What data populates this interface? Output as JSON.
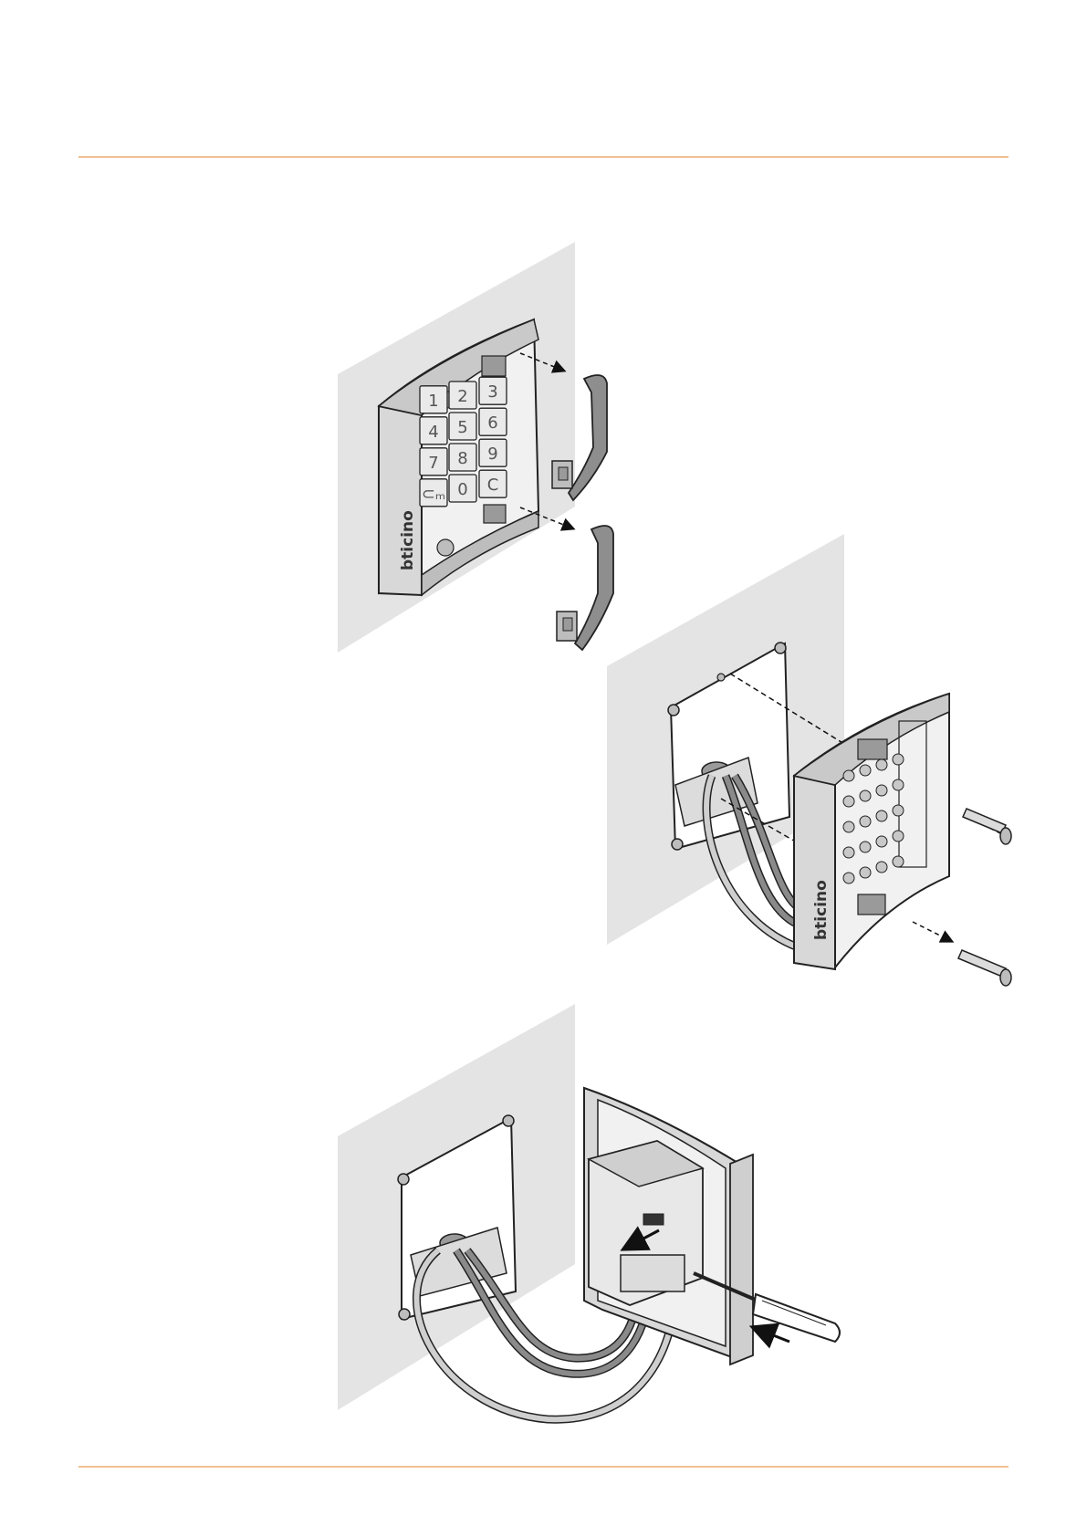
{
  "colors": {
    "rule": "#f0c090",
    "wall": "#e4e4e4",
    "outline": "#222222",
    "device": "#dcdcdc",
    "device_dark": "#9a9a9a",
    "cable_light": "#cfcfcf",
    "cable_dark": "#8a8a8a"
  },
  "figure1": {
    "keypad_keys": [
      "3",
      "2",
      "1",
      "6",
      "5",
      "4",
      "9",
      "8",
      "7",
      "C",
      "0",
      "⊂ₘ"
    ],
    "brand": "bticino"
  },
  "figure2": {
    "brand": "bticino"
  }
}
